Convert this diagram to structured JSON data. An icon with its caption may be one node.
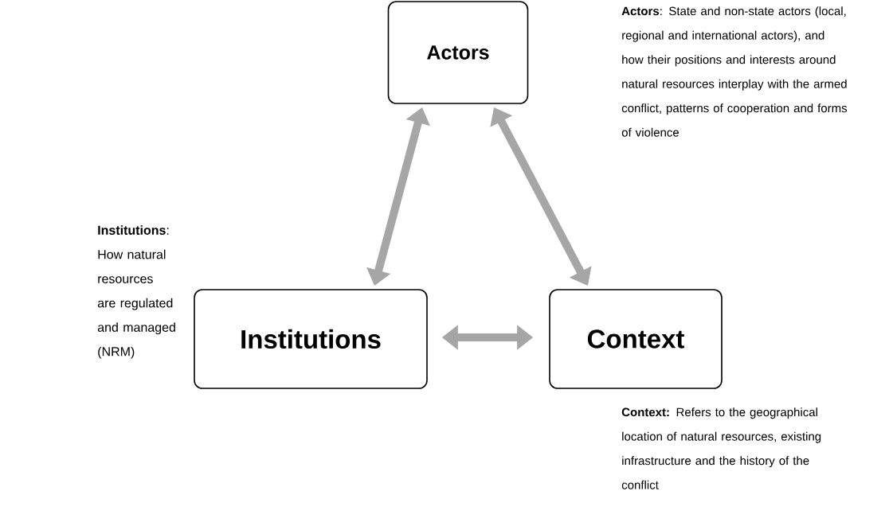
{
  "diagram": {
    "nodes": [
      {
        "text": [
          "Actors"
        ]
      },
      {
        "text": [
          "Institutions"
        ],
        "beside": [
          "**Institutions**: How natural resources are regulated and managed (NRM)"
        ]
      },
      {
        "text": [
          "Context"
        ]
      }
    ],
    "edges": [
      {
        "from": 0,
        "to": 1,
        "arrow": "both"
      },
      {
        "from": 0,
        "to": 2,
        "arrow": "both"
      },
      {
        "from": 1,
        "to": 2,
        "arrow": "both"
      }
    ],
    "labels": [
      "**Actors**: State and non-state actors (local, regional and international actors), and how their positions and interests around natural resources interplay with the armed conflict, patterns of cooperation and forms of violence",
      "**Context:** Refers to the geographical location of natural resources, existing infrastructure and the history of the conflict"
    ]
  }
}
